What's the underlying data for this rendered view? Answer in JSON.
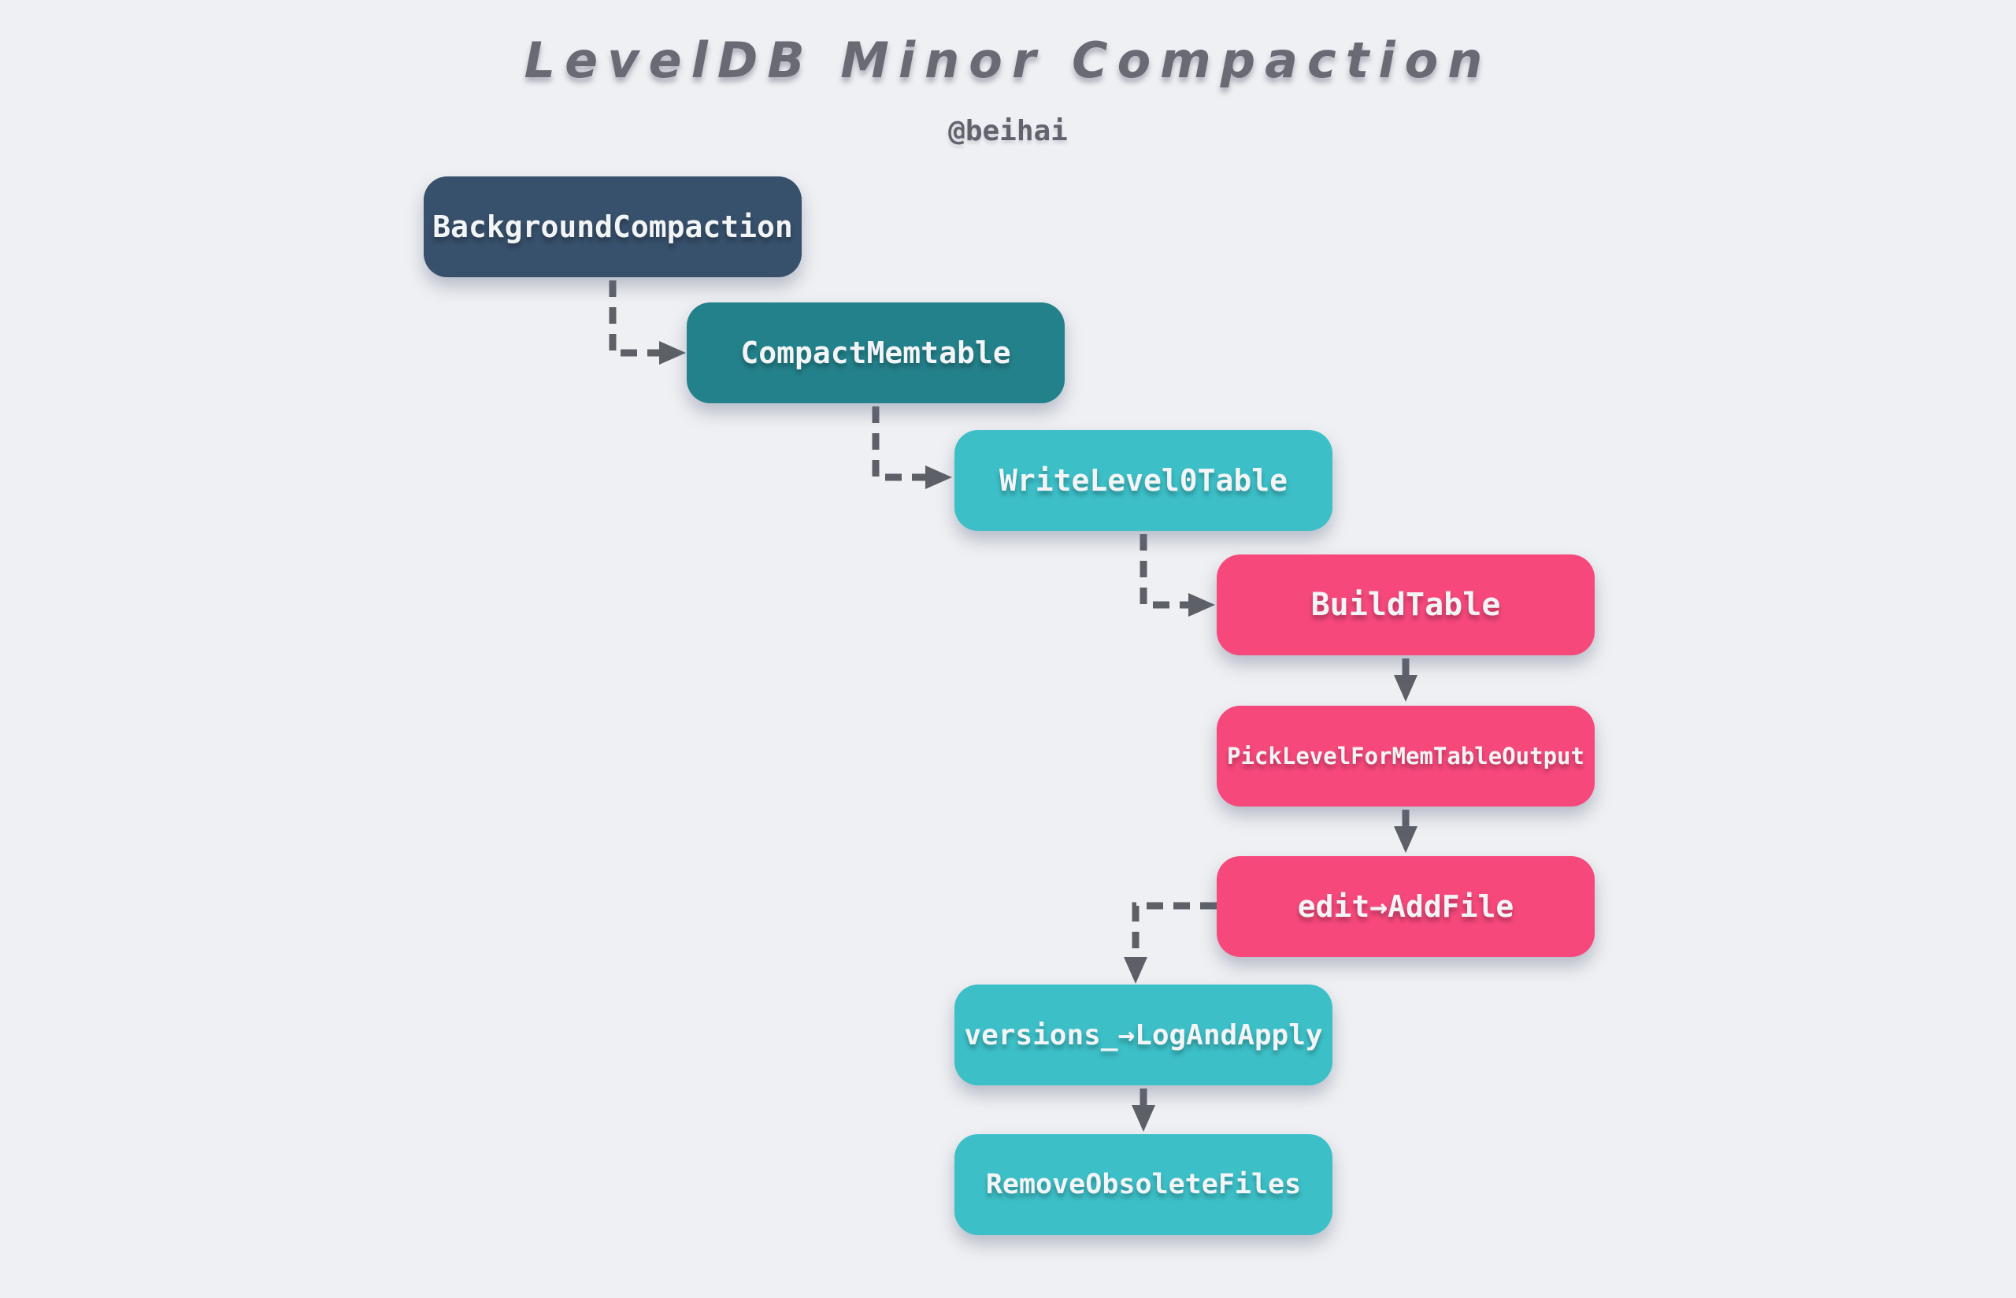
{
  "title": "LevelDB Minor Compaction",
  "subtitle": "@beihai",
  "diagram": {
    "nodes": [
      {
        "id": "BackgroundCompaction",
        "label": "BackgroundCompaction",
        "color": "#37506b"
      },
      {
        "id": "CompactMemtable",
        "label": "CompactMemtable",
        "color": "#23818b"
      },
      {
        "id": "WriteLevel0Table",
        "label": "WriteLevel0Table",
        "color": "#3cbfc7"
      },
      {
        "id": "BuildTable",
        "label": "BuildTable",
        "color": "#f6487b"
      },
      {
        "id": "PickLevelForMemTableOutput",
        "label": "PickLevelForMemTableOutput",
        "color": "#f6487b"
      },
      {
        "id": "edit-AddFile",
        "label": "edit→AddFile",
        "color": "#f6487b"
      },
      {
        "id": "versions-LogAndApply",
        "label": "versions_→LogAndApply",
        "color": "#3cbfc7"
      },
      {
        "id": "RemoveObsoleteFiles",
        "label": "RemoveObsoleteFiles",
        "color": "#3cbfc7"
      }
    ],
    "edges": [
      {
        "from": "BackgroundCompaction",
        "to": "CompactMemtable",
        "style": "dashed"
      },
      {
        "from": "CompactMemtable",
        "to": "WriteLevel0Table",
        "style": "dashed"
      },
      {
        "from": "WriteLevel0Table",
        "to": "BuildTable",
        "style": "dashed"
      },
      {
        "from": "BuildTable",
        "to": "PickLevelForMemTableOutput",
        "style": "solid"
      },
      {
        "from": "PickLevelForMemTableOutput",
        "to": "edit-AddFile",
        "style": "solid"
      },
      {
        "from": "edit-AddFile",
        "to": "versions-LogAndApply",
        "style": "dashed"
      },
      {
        "from": "versions-LogAndApply",
        "to": "RemoveObsoleteFiles",
        "style": "solid"
      }
    ],
    "colors": {
      "background": "#eff0f3",
      "arrow": "#5d6067",
      "node_text": "#f2f4f6",
      "navy": "#37506b",
      "teal": "#23818b",
      "cyan": "#3cbfc7",
      "pink": "#f6487b",
      "title_text": "#6a6a75",
      "subtitle_text": "#63636f"
    }
  }
}
